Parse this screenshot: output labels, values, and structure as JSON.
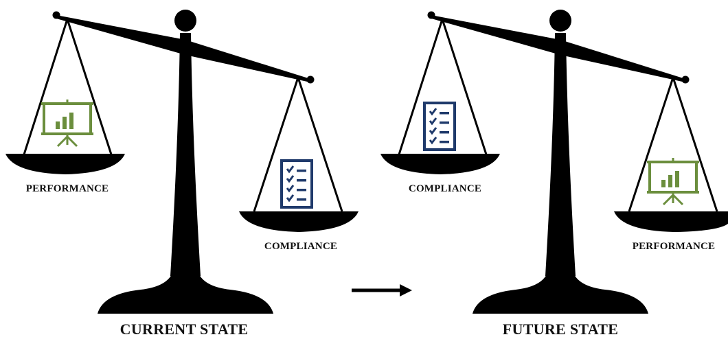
{
  "current": {
    "left_label": "PERFORMANCE",
    "right_label": "COMPLIANCE",
    "state_label": "CURRENT STATE"
  },
  "future": {
    "left_label": "COMPLIANCE",
    "right_label": "PERFORMANCE",
    "state_label": "FUTURE STATE"
  },
  "colors": {
    "scale": "#000000",
    "performance_icon": "#6b8e3d",
    "compliance_icon": "#1f3a6b"
  },
  "icons": {
    "performance": "presentation-chart-icon",
    "compliance": "checklist-icon"
  }
}
